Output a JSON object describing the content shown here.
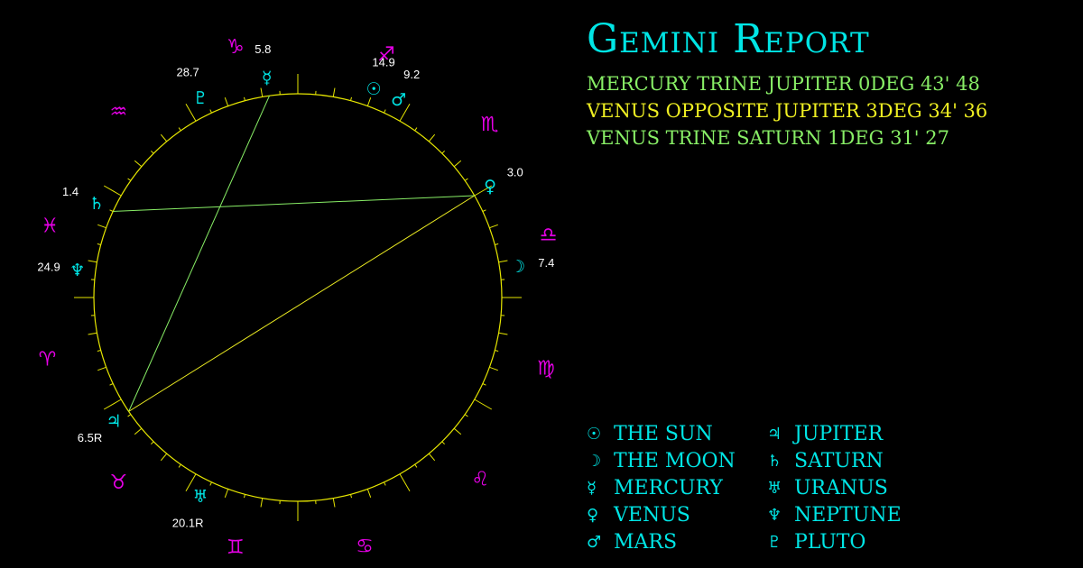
{
  "title": "Gemini Report",
  "colors": {
    "background": "#000000",
    "ring": "#e6e600",
    "sign": "#e600e6",
    "planet": "#00e5e5",
    "degree_text": "#ffffff"
  },
  "aspects": [
    {
      "text": "MERCURY TRINE JUPITER 0DEG 43' 48",
      "color": "#88ee66"
    },
    {
      "text": "VENUS OPPOSITE JUPITER 3DEG 34' 36",
      "color": "#eeee22"
    },
    {
      "text": "VENUS TRINE SATURN 1DEG 31' 27",
      "color": "#88ee66"
    }
  ],
  "chart": {
    "signs": [
      {
        "name": "capricorn",
        "glyph": "♑",
        "angle": 104
      },
      {
        "name": "sagittarius",
        "glyph": "♐",
        "angle": 70
      },
      {
        "name": "scorpio",
        "glyph": "♏",
        "angle": 42
      },
      {
        "name": "libra",
        "glyph": "♎",
        "angle": 14
      },
      {
        "name": "virgo",
        "glyph": "♍",
        "angle": -16
      },
      {
        "name": "leo",
        "glyph": "♌",
        "angle": -45
      },
      {
        "name": "cancer",
        "glyph": "♋",
        "angle": -75
      },
      {
        "name": "gemini",
        "glyph": "♊",
        "angle": -104
      },
      {
        "name": "taurus",
        "glyph": "♉",
        "angle": -134
      },
      {
        "name": "aries",
        "glyph": "♈",
        "angle": -166
      },
      {
        "name": "pisces",
        "glyph": "♓",
        "angle": 164
      },
      {
        "name": "aquarius",
        "glyph": "♒",
        "angle": 134
      }
    ],
    "planets": [
      {
        "name": "mercury",
        "glyph": "☿",
        "angle": 98,
        "degree": "5.8"
      },
      {
        "name": "pluto",
        "glyph": "♇",
        "angle": 116,
        "degree": "28.7"
      },
      {
        "name": "sun",
        "glyph": "☉",
        "angle": 70,
        "degree": "14.9"
      },
      {
        "name": "mars",
        "glyph": "♂",
        "angle": 63,
        "degree": "9.2"
      },
      {
        "name": "venus",
        "glyph": "♀",
        "angle": 30,
        "degree": "3.0"
      },
      {
        "name": "moon",
        "glyph": "☽",
        "angle": 8,
        "degree": "7.4"
      },
      {
        "name": "saturn",
        "glyph": "♄",
        "angle": 155,
        "degree": "1.4"
      },
      {
        "name": "neptune",
        "glyph": "♆",
        "angle": 173,
        "degree": "24.9"
      },
      {
        "name": "jupiter",
        "glyph": "♃",
        "angle": -146,
        "degree": "6.5R"
      },
      {
        "name": "uranus",
        "glyph": "♅",
        "angle": -116,
        "degree": "20.1R"
      }
    ],
    "aspect_lines": [
      {
        "from": "mercury",
        "to": "jupiter",
        "color": "#88ee66"
      },
      {
        "from": "venus",
        "to": "jupiter",
        "color": "#eeee22"
      },
      {
        "from": "venus",
        "to": "saturn",
        "color": "#88ee66"
      }
    ]
  },
  "legend": [
    {
      "glyph": "☉",
      "label": "THE SUN"
    },
    {
      "glyph": "☽",
      "label": "THE MOON"
    },
    {
      "glyph": "☿",
      "label": "MERCURY"
    },
    {
      "glyph": "♀",
      "label": "VENUS"
    },
    {
      "glyph": "♂",
      "label": "MARS"
    },
    {
      "glyph": "♃",
      "label": "JUPITER"
    },
    {
      "glyph": "♄",
      "label": "SATURN"
    },
    {
      "glyph": "♅",
      "label": "URANUS"
    },
    {
      "glyph": "♆",
      "label": "NEPTUNE"
    },
    {
      "glyph": "♇",
      "label": "PLUTO"
    }
  ]
}
